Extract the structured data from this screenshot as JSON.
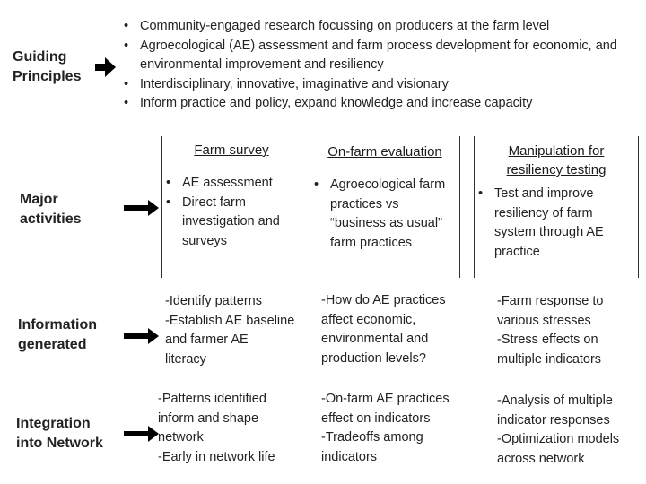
{
  "rows": {
    "guiding": "Guiding\nPrinciples",
    "activities": "Major\nactivities",
    "information": "Information\ngenerated",
    "integration": "Integration\ninto Network"
  },
  "principles": [
    "Community-engaged research  focussing on producers at the farm level",
    "Agroecological (AE) assessment and farm process development for economic, and environmental improvement and resiliency",
    "Interdisciplinary, innovative, imaginative and visionary",
    "Inform practice and policy, expand knowledge and increase capacity"
  ],
  "columns": [
    {
      "heading": "Farm survey",
      "bullets": [
        "AE assessment",
        "Direct farm investigation and surveys"
      ],
      "information": "-Identify patterns\n-Establish AE baseline\n  and farmer AE\n  literacy",
      "integration": "-Patterns identified\n  inform and shape\n  network\n-Early in network life"
    },
    {
      "heading": "On-farm evaluation",
      "bullets": [
        "Agroecological farm practices vs “business as usual” farm practices"
      ],
      "information": "-How do AE practices\n  affect economic,\n  environmental and\n  production levels?",
      "integration": "-On-farm AE practices\n  effect on indicators\n-Tradeoffs among\n  indicators"
    },
    {
      "heading": "Manipulation for resiliency testing",
      "bullets": [
        "Test and improve resiliency of farm system through AE practice"
      ],
      "information": "-Farm response to\n  various stresses\n-Stress effects on\n  multiple indicators",
      "integration": "-Analysis of multiple\n  indicator responses\n-Optimization models\n  across network"
    }
  ],
  "icons": {
    "arrow": "right-arrow-icon"
  },
  "colors": {
    "arrow": "#000000",
    "text": "#222222",
    "border": "#333333"
  }
}
